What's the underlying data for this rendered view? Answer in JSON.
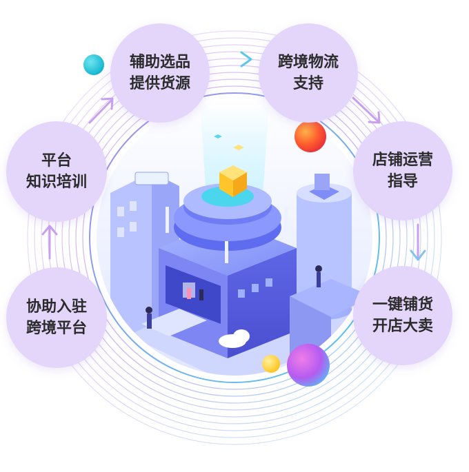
{
  "colors": {
    "node_fill": "#e3d6fa",
    "ring_outer": "#c9a7f0",
    "ring_inner": "#7fc3f2",
    "arrow": "#b98ce6",
    "ball_cyan": "#19c3d8",
    "ball_orange": "#ff5a2e",
    "ball_yellow": "#ffd23a",
    "ball_purple": "#b45cf0"
  },
  "nodes": [
    {
      "id": "n1",
      "line1": "辅助选品",
      "line2": "提供货源"
    },
    {
      "id": "n2",
      "line1": "跨境物流",
      "line2": "支持"
    },
    {
      "id": "n3",
      "line1": "店铺运营",
      "line2": "指导"
    },
    {
      "id": "n4",
      "line1": "一键铺货",
      "line2": "开店大卖"
    },
    {
      "id": "n5",
      "line1": "平台",
      "line2": "知识培训"
    },
    {
      "id": "n6",
      "line1": "协助入驻",
      "line2": "跨境平台"
    }
  ],
  "flow": [
    {
      "from": "n6",
      "to": "n5"
    },
    {
      "from": "n5",
      "to": "n1"
    },
    {
      "from": "n1",
      "to": "n2"
    },
    {
      "from": "n2",
      "to": "n3"
    },
    {
      "from": "n3",
      "to": "n4"
    }
  ],
  "illustration": "isometric-datacenter-illustration"
}
